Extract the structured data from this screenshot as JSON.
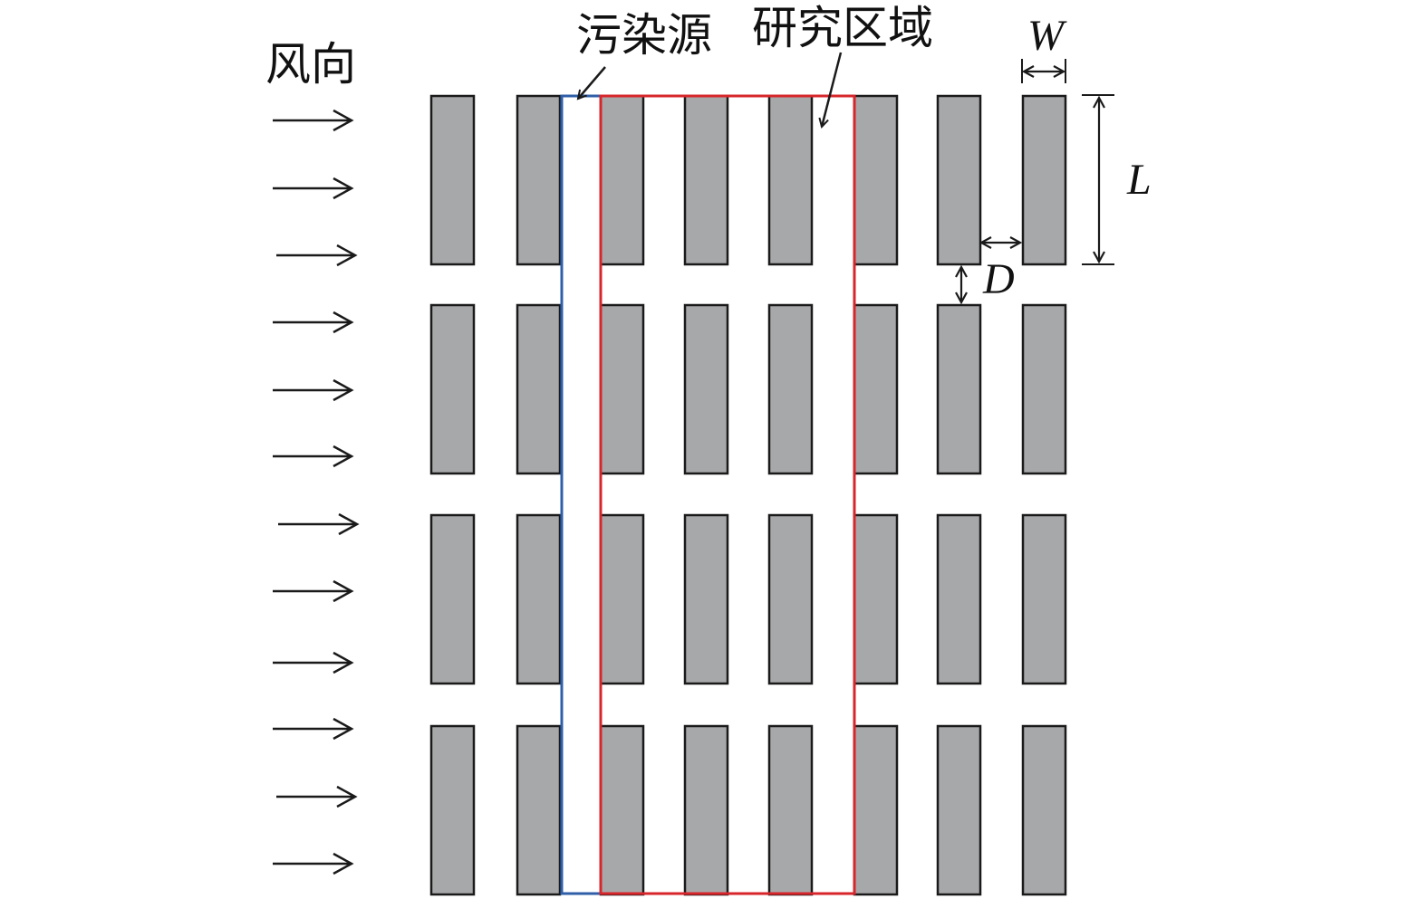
{
  "labels": {
    "wind_direction": "风向",
    "pollution_source": "污染源",
    "study_area": "研究区域",
    "width_symbol": "W",
    "length_symbol": "L",
    "gap_symbol": "D"
  },
  "grid": {
    "rows": 4,
    "columns": 8
  },
  "colors": {
    "building_fill": "#a7a8aa",
    "building_stroke": "#1a1a1a",
    "source_outline": "#2f5fa8",
    "study_area_outline": "#d7262b",
    "arrows": "#1a1a1a"
  },
  "icons": {
    "wind_arrow": "right-arrow-icon"
  },
  "wind_arrow_count": 12
}
